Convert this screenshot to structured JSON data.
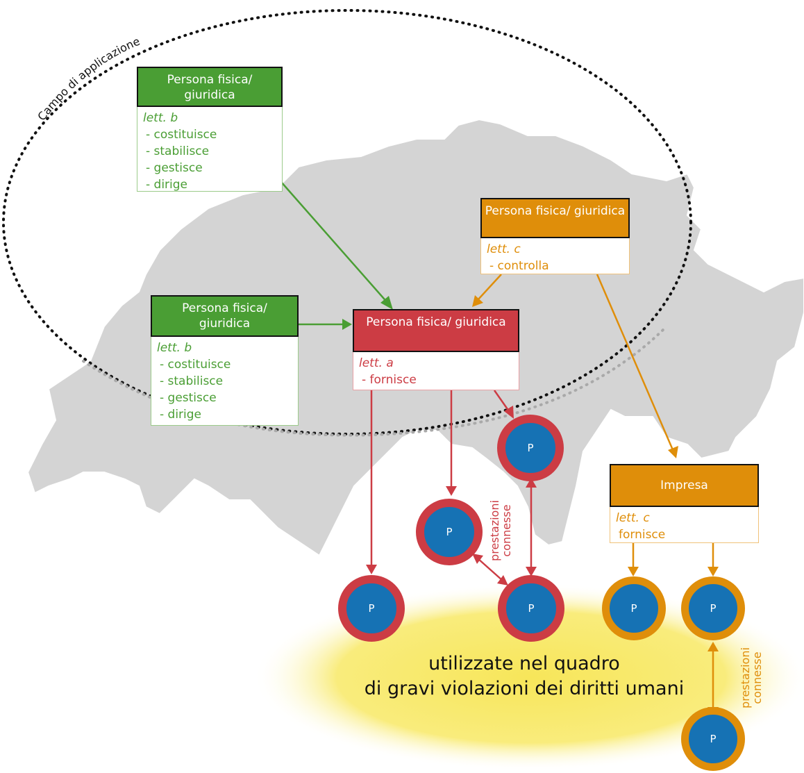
{
  "scope_label": "Campo di applicazione",
  "boxes": {
    "green_top": {
      "title": "Persona fisica/ giuridica",
      "letter": "lett. b",
      "items": [
        "- costituisce",
        "- stabilisce",
        "- gestisce",
        "- dirige"
      ]
    },
    "green_mid": {
      "title": "Persona fisica/ giuridica",
      "letter": "lett. b",
      "items": [
        "- costituisce",
        "- stabilisce",
        "- gestisce",
        "- dirige"
      ]
    },
    "red_center": {
      "title": "Persona fisica/ giuridica",
      "letter": "lett. a",
      "items": [
        "- fornisce"
      ]
    },
    "orange_top": {
      "title": "Persona fisica/ giuridica",
      "letter": "lett. c",
      "items": [
        "- controlla"
      ]
    },
    "orange_company": {
      "title": "Impresa",
      "letter": "lett. c",
      "items": [
        "fornisce"
      ]
    }
  },
  "service_symbol": "P",
  "related_services_label": "prestazioni connesse",
  "usage_text_line1": "utilizzate nel quadro",
  "usage_text_line2": "di gravi violazioni dei diritti umani",
  "colors": {
    "green": "#4a9e34",
    "red": "#cc3c44",
    "orange": "#df8e0a",
    "blue": "#1672b4",
    "map_fill": "#d4d4d4",
    "yellow": "#f7e65a"
  },
  "icons": [
    "switzerland-map",
    "application-scope-ellipse"
  ]
}
